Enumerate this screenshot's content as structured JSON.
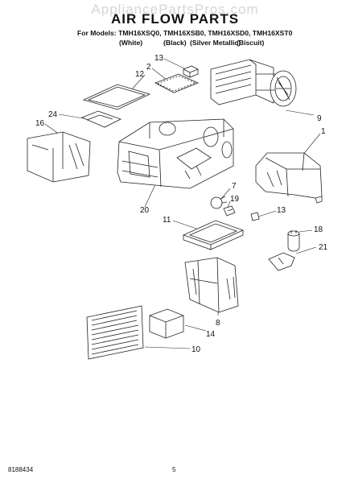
{
  "watermark": "AppliancePartsPros.com",
  "title": "AIR FLOW PARTS",
  "models_line": "For Models: TMH16XSQ0, TMH16XSB0, TMH16XSD0, TMH16XST0",
  "colors": [
    "(White)",
    "(Black)",
    "(Silver Metallic)",
    "(Biscuit)"
  ],
  "callouts": {
    "c13a": "13",
    "c2": "2",
    "c12": "12",
    "c24": "24",
    "c16": "16",
    "c9": "9",
    "c1": "1",
    "c7": "7",
    "c19": "19",
    "c20": "20",
    "c13b": "13",
    "c11": "11",
    "c18": "18",
    "c21": "21",
    "c8": "8",
    "c14": "14",
    "c10": "10"
  },
  "footer": {
    "doc_number": "8188434",
    "page_number": "5"
  }
}
